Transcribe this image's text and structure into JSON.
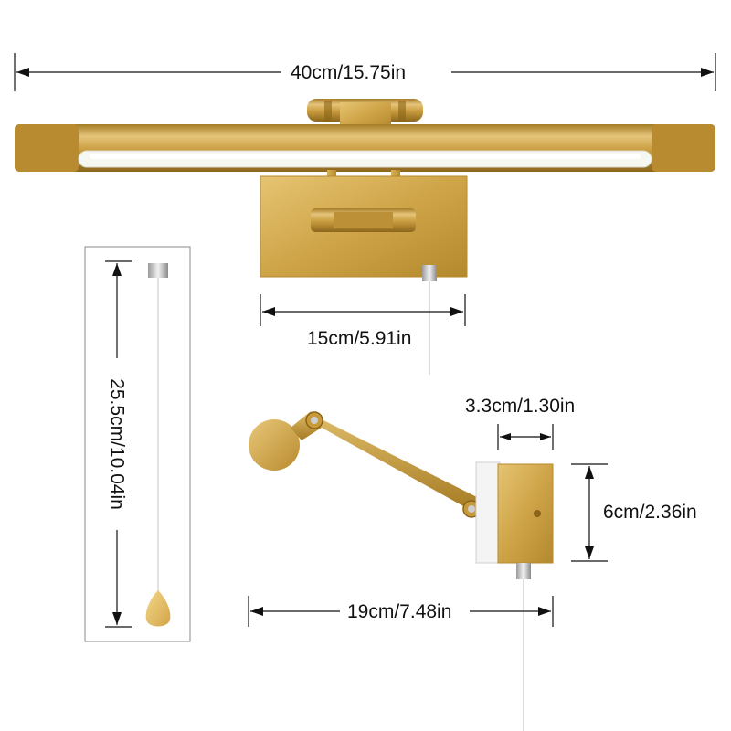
{
  "dimensions": {
    "overall_width": "40cm/15.75in",
    "backplate_width": "15cm/5.91in",
    "pull_cord_length": "25.5cm/10.04in",
    "backplate_depth": "3.3cm/1.30in",
    "backplate_height": "6cm/2.36in",
    "arm_projection": "19cm/7.48in"
  },
  "colors": {
    "brass": "#c9a040",
    "brass_dark": "#9a7420",
    "brass_light": "#e8c878",
    "diffuser": "#f7f7f2",
    "dimension_line": "#111111",
    "inset_border": "#8a8a8a"
  }
}
